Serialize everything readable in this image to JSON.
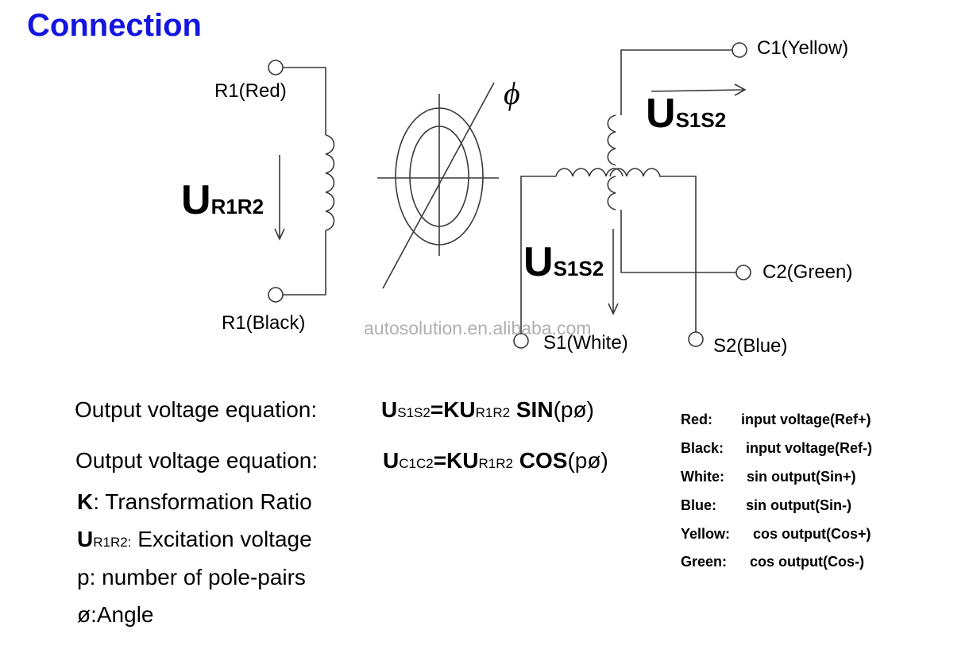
{
  "title": "Connection",
  "diagram": {
    "phi_symbol": "ϕ",
    "watermark": "autosolution.en.alibaba.com",
    "terminals": {
      "r1_red": "R1(Red)",
      "r1_black": "R1(Black)",
      "c1": "C1(Yellow)",
      "c2": "C2(Green)",
      "s1": "S1(White)",
      "s2": "S2(Blue)"
    },
    "u_r1r2": {
      "main": "U",
      "sub": "R1R2"
    },
    "u_s1s2_top": {
      "main": "U",
      "sub": "S1S2"
    },
    "u_s1s2_bottom": {
      "main": "U",
      "sub": "S1S2"
    }
  },
  "equations": [
    {
      "label": "Output voltage equation:",
      "u1": "U",
      "sub1": "S1S2",
      "eq": "=KU",
      "sub2": "R1R2",
      "fn": "SIN",
      "arg": "(pø)"
    },
    {
      "label": "Output voltage equation:",
      "u1": "U",
      "sub1": "C1C2",
      "eq": "=KU",
      "sub2": "R1R2",
      "fn": "COS",
      "arg": "(pø)"
    }
  ],
  "definitions": {
    "k": {
      "sym": "K",
      "text": ": Transformation Ratio"
    },
    "u": {
      "sym": "U",
      "sub": "R1R2:",
      "text": " Excitation voltage"
    },
    "p": {
      "text": "p: number of pole-pairs"
    },
    "angle": {
      "text": "ø:Angle"
    }
  },
  "legend": [
    {
      "color": "Red:",
      "desc": "input voltage(Ref+)"
    },
    {
      "color": "Black:",
      "desc": "input voltage(Ref-)"
    },
    {
      "color": "White:",
      "desc": "sin output(Sin+)"
    },
    {
      "color": "Blue:",
      "desc": "sin output(Sin-)"
    },
    {
      "color": "Yellow:",
      "desc": "cos output(Cos+)"
    },
    {
      "color": "Green:",
      "desc": "cos output(Cos-)"
    }
  ],
  "colors": {
    "title": "#1515e0",
    "line": "#3a3a3a",
    "watermark": "#b0b0b0"
  }
}
